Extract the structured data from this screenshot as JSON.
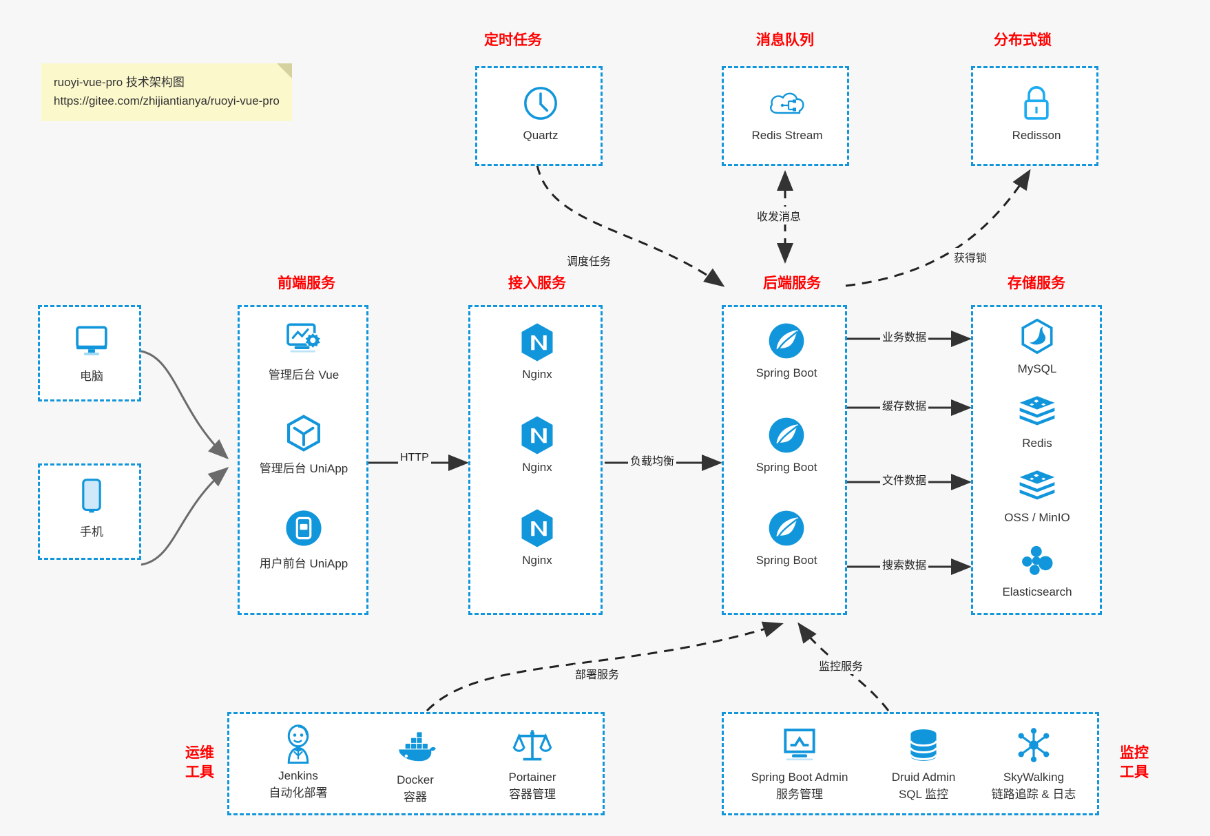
{
  "note": {
    "line1": "ruoyi-vue-pro 技术架构图",
    "line2": "https://gitee.com/zhijiantianya/ruoyi-vue-pro"
  },
  "groups": {
    "scheduled": {
      "title": "定时任务",
      "items": [
        {
          "label": "Quartz",
          "icon": "clock-icon"
        }
      ]
    },
    "mq": {
      "title": "消息队列",
      "items": [
        {
          "label": "Redis Stream",
          "icon": "cloud-stream-icon"
        }
      ]
    },
    "lock": {
      "title": "分布式锁",
      "items": [
        {
          "label": "Redisson",
          "icon": "padlock-icon"
        }
      ]
    },
    "clients": {
      "computer": {
        "label": "电脑",
        "icon": "monitor-icon"
      },
      "phone": {
        "label": "手机",
        "icon": "smartphone-icon"
      }
    },
    "frontend": {
      "title": "前端服务",
      "items": [
        {
          "label": "管理后台 Vue",
          "icon": "dashboard-gear-icon"
        },
        {
          "label": "管理后台 UniApp",
          "icon": "cube-icon"
        },
        {
          "label": "用户前台 UniApp",
          "icon": "mobile-app-icon"
        }
      ]
    },
    "gateway": {
      "title": "接入服务",
      "items": [
        {
          "label": "Nginx",
          "icon": "nginx-icon"
        },
        {
          "label": "Nginx",
          "icon": "nginx-icon"
        },
        {
          "label": "Nginx",
          "icon": "nginx-icon"
        }
      ]
    },
    "backend": {
      "title": "后端服务",
      "items": [
        {
          "label": "Spring Boot",
          "icon": "spring-leaf-icon"
        },
        {
          "label": "Spring Boot",
          "icon": "spring-leaf-icon"
        },
        {
          "label": "Spring Boot",
          "icon": "spring-leaf-icon"
        }
      ]
    },
    "storage": {
      "title": "存储服务",
      "items": [
        {
          "label": "MySQL",
          "icon": "mysql-dolphin-icon"
        },
        {
          "label": "Redis",
          "icon": "redis-stack-icon"
        },
        {
          "label": "OSS / MinIO",
          "icon": "minio-stack-icon"
        },
        {
          "label": "Elasticsearch",
          "icon": "elasticsearch-icon"
        }
      ]
    },
    "devops": {
      "title": "运维\n工具",
      "title_line1": "运维",
      "title_line2": "工具",
      "items": [
        {
          "label": "Jenkins",
          "sub": "自动化部署",
          "icon": "jenkins-butler-icon"
        },
        {
          "label": "Docker",
          "sub": "容器",
          "icon": "docker-whale-icon"
        },
        {
          "label": "Portainer",
          "sub": "容器管理",
          "icon": "portainer-scale-icon"
        }
      ]
    },
    "monitor": {
      "title_line1": "监控",
      "title_line2": "工具",
      "items": [
        {
          "label": "Spring Boot Admin",
          "sub": "服务管理",
          "icon": "monitor-chart-icon"
        },
        {
          "label": "Druid Admin",
          "sub": "SQL 监控",
          "icon": "database-icon"
        },
        {
          "label": "SkyWalking",
          "sub": "链路追踪 & 日志",
          "icon": "skywalking-node-icon"
        }
      ]
    }
  },
  "edges": [
    {
      "label": "调度任务"
    },
    {
      "label": "收发消息"
    },
    {
      "label": "获得锁"
    },
    {
      "label": "HTTP"
    },
    {
      "label": "负载均衡"
    },
    {
      "label": "业务数据"
    },
    {
      "label": "缓存数据"
    },
    {
      "label": "文件数据"
    },
    {
      "label": "搜索数据"
    },
    {
      "label": "部署服务"
    },
    {
      "label": "监控服务"
    }
  ],
  "colors": {
    "accent": "#1296db",
    "title": "#ff0000",
    "note_bg": "#fbf8cc",
    "background": "#f7f7f7",
    "edge": "#333333"
  }
}
